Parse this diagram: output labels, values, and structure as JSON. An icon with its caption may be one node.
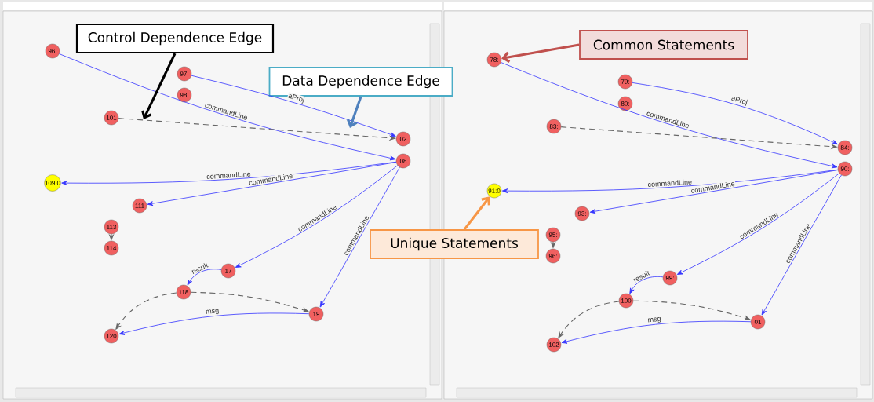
{
  "diagram": {
    "nodes": [
      {
        "text": [
          "96:"
        ]
      },
      {
        "text": [
          "97:"
        ]
      },
      {
        "text": [
          "98:"
        ]
      },
      {
        "text": [
          "101"
        ]
      },
      {
        "text": [
          "02"
        ]
      },
      {
        "text": [
          "08"
        ]
      },
      {
        "text": [
          "109:0"
        ]
      },
      {
        "text": [
          "111"
        ]
      },
      {
        "text": [
          "113"
        ]
      },
      {
        "text": [
          "114"
        ]
      },
      {
        "text": [
          "17"
        ]
      },
      {
        "text": [
          "118"
        ]
      },
      {
        "text": [
          "19"
        ]
      },
      {
        "text": [
          "120"
        ]
      },
      {
        "text": [
          "78:"
        ]
      },
      {
        "text": [
          "79:"
        ]
      },
      {
        "text": [
          "80:"
        ]
      },
      {
        "text": [
          "83:"
        ]
      },
      {
        "text": [
          "84:"
        ]
      },
      {
        "text": [
          "90:"
        ]
      },
      {
        "text": [
          "91:0"
        ]
      },
      {
        "text": [
          "93:"
        ]
      },
      {
        "text": [
          "95:"
        ]
      },
      {
        "text": [
          "96:"
        ]
      },
      {
        "text": [
          "99:"
        ]
      },
      {
        "text": [
          "100"
        ]
      },
      {
        "text": [
          "01"
        ]
      },
      {
        "text": [
          "102"
        ]
      },
      {
        "text": [
          "Control Dependence Edge"
        ]
      },
      {
        "text": [
          "Data Dependence Edge"
        ]
      },
      {
        "text": [
          "Common Statements"
        ]
      },
      {
        "text": [
          "Unique Statements"
        ]
      }
    ],
    "edges": [
      {
        "from": 0,
        "to": 5,
        "arrow": "to",
        "label": "commandLine"
      },
      {
        "from": 1,
        "to": 4,
        "arrow": "to",
        "label": "aProj"
      },
      {
        "from": 3,
        "to": 4,
        "arrow": "to",
        "style": "dashed",
        "color": "#666666"
      },
      {
        "from": 5,
        "to": 6,
        "arrow": "to",
        "label": "commandLine"
      },
      {
        "from": 5,
        "to": 7,
        "arrow": "to",
        "label": "commandLine"
      },
      {
        "from": 5,
        "to": 10,
        "arrow": "to",
        "label": "commandLine"
      },
      {
        "from": 5,
        "to": 12,
        "arrow": "to",
        "label": "commandLine"
      },
      {
        "from": 10,
        "to": 11,
        "arrow": "to",
        "label": "result"
      },
      {
        "from": 11,
        "to": 13,
        "arrow": "to",
        "style": "dashed",
        "color": "#666666"
      },
      {
        "from": 11,
        "to": 12,
        "arrow": "to",
        "style": "dashed",
        "color": "#666666"
      },
      {
        "from": 12,
        "to": 13,
        "arrow": "to",
        "label": "msg"
      },
      {
        "from": 8,
        "to": 9,
        "arrow": "to",
        "style": "dashed",
        "color": "#666666"
      },
      {
        "from": 14,
        "to": 19,
        "arrow": "to",
        "label": "commandLine"
      },
      {
        "from": 15,
        "to": 18,
        "arrow": "to",
        "label": "aProj"
      },
      {
        "from": 17,
        "to": 18,
        "arrow": "to",
        "style": "dashed",
        "color": "#666666"
      },
      {
        "from": 19,
        "to": 20,
        "arrow": "to",
        "label": "commandLine"
      },
      {
        "from": 19,
        "to": 21,
        "arrow": "to",
        "label": "commandLine"
      },
      {
        "from": 19,
        "to": 24,
        "arrow": "to",
        "label": "commandLine"
      },
      {
        "from": 19,
        "to": 26,
        "arrow": "to",
        "label": "commandLine"
      },
      {
        "from": 24,
        "to": 25,
        "arrow": "to",
        "label": "result"
      },
      {
        "from": 25,
        "to": 27,
        "arrow": "to",
        "style": "dashed",
        "color": "#666666"
      },
      {
        "from": 25,
        "to": 26,
        "arrow": "to",
        "style": "dashed",
        "color": "#666666"
      },
      {
        "from": 26,
        "to": 27,
        "arrow": "to",
        "label": "msg"
      },
      {
        "from": 22,
        "to": 23,
        "arrow": "to",
        "style": "dashed",
        "color": "#666666"
      },
      {
        "from": 28,
        "to": null,
        "arrow": "to",
        "style": "thick",
        "color": "#000000"
      },
      {
        "from": 29,
        "to": null,
        "arrow": "to",
        "style": "thick",
        "color": "#4f81bd"
      },
      {
        "from": 30,
        "to": 14,
        "arrow": "to",
        "style": "thick",
        "color": "#c0504d"
      },
      {
        "from": 31,
        "to": 20,
        "arrow": "to",
        "style": "thick",
        "color": "#f79646"
      }
    ]
  }
}
